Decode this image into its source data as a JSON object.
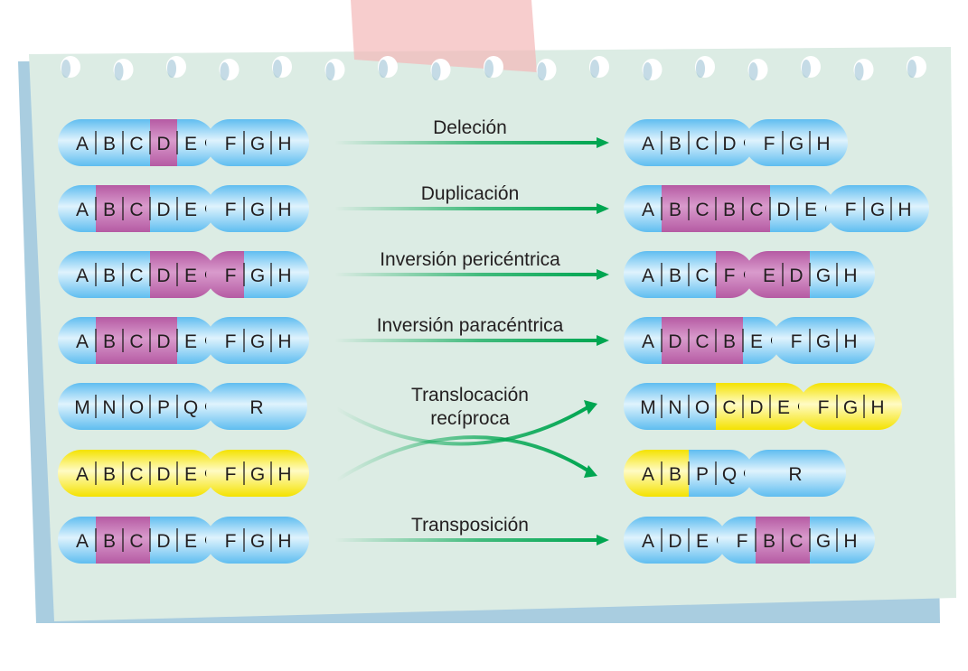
{
  "colors": {
    "chromosome_blue": "#9fd6f5",
    "chromosome_pink": "#c873b8",
    "chromosome_yellow": "#fff27a",
    "arrow_green": "#00a651",
    "paper": "#dcece4",
    "tape": "#f4b8b8"
  },
  "rows": [
    {
      "label": [
        "Deleción"
      ],
      "before": [
        {
          "genes": [
            "A",
            "B",
            "C",
            "D",
            "E"
          ],
          "centromere": true,
          "fills": [
            "blue",
            "blue",
            "blue",
            "pink",
            "blue"
          ]
        },
        {
          "genes": [
            "F",
            "G",
            "H"
          ],
          "fills": [
            "blue",
            "blue",
            "blue"
          ]
        }
      ],
      "after": [
        {
          "genes": [
            "A",
            "B",
            "C",
            "D"
          ],
          "centromere": true,
          "fills": [
            "blue",
            "blue",
            "blue",
            "blue"
          ]
        },
        {
          "genes": [
            "F",
            "G",
            "H"
          ],
          "fills": [
            "blue",
            "blue",
            "blue"
          ]
        }
      ]
    },
    {
      "label": [
        "Duplicación"
      ],
      "before": [
        {
          "genes": [
            "A",
            "B",
            "C",
            "D",
            "E"
          ],
          "centromere": true,
          "fills": [
            "blue",
            "pink",
            "pink",
            "blue",
            "blue"
          ]
        },
        {
          "genes": [
            "F",
            "G",
            "H"
          ],
          "fills": [
            "blue",
            "blue",
            "blue"
          ]
        }
      ],
      "after": [
        {
          "genes": [
            "A",
            "B",
            "C",
            "B",
            "C",
            "D",
            "E"
          ],
          "centromere": true,
          "fills": [
            "blue",
            "pink",
            "pink",
            "pink",
            "pink",
            "blue",
            "blue"
          ]
        },
        {
          "genes": [
            "F",
            "G",
            "H"
          ],
          "fills": [
            "blue",
            "blue",
            "blue"
          ]
        }
      ]
    },
    {
      "label": [
        "Inversión pericéntrica"
      ],
      "before": [
        {
          "genes": [
            "A",
            "B",
            "C",
            "D",
            "E"
          ],
          "centromere": true,
          "fills": [
            "blue",
            "blue",
            "blue",
            "pink",
            "pink"
          ]
        },
        {
          "genes": [
            "F",
            "G",
            "H"
          ],
          "fills": [
            "pink",
            "blue",
            "blue"
          ]
        }
      ],
      "after": [
        {
          "genes": [
            "A",
            "B",
            "C",
            "F"
          ],
          "centromere": true,
          "fills": [
            "blue",
            "blue",
            "blue",
            "pink"
          ]
        },
        {
          "genes": [
            "E",
            "D",
            "G",
            "H"
          ],
          "fills": [
            "pink",
            "pink",
            "blue",
            "blue"
          ]
        }
      ]
    },
    {
      "label": [
        "Inversión paracéntrica"
      ],
      "before": [
        {
          "genes": [
            "A",
            "B",
            "C",
            "D",
            "E"
          ],
          "centromere": true,
          "fills": [
            "blue",
            "pink",
            "pink",
            "pink",
            "blue"
          ]
        },
        {
          "genes": [
            "F",
            "G",
            "H"
          ],
          "fills": [
            "blue",
            "blue",
            "blue"
          ]
        }
      ],
      "after": [
        {
          "genes": [
            "A",
            "D",
            "C",
            "B",
            "E"
          ],
          "centromere": true,
          "fills": [
            "blue",
            "pink",
            "pink",
            "pink",
            "blue"
          ]
        },
        {
          "genes": [
            "F",
            "G",
            "H"
          ],
          "fills": [
            "blue",
            "blue",
            "blue"
          ]
        }
      ]
    },
    {
      "label": [
        "Translocación",
        "recíproca"
      ],
      "before": [
        {
          "genes": [
            "M",
            "N",
            "O",
            "P",
            "Q"
          ],
          "centromere": true,
          "fills": [
            "blue",
            "blue",
            "blue",
            "blue",
            "blue"
          ]
        },
        {
          "genes": [
            "R"
          ],
          "fills": [
            "blue"
          ]
        }
      ],
      "after": [
        {
          "genes": [
            "M",
            "N",
            "O",
            "C",
            "D",
            "E"
          ],
          "centromere": true,
          "fills": [
            "blue",
            "blue",
            "blue",
            "yellow",
            "yellow",
            "yellow"
          ]
        },
        {
          "genes": [
            "F",
            "G",
            "H"
          ],
          "fills": [
            "yellow",
            "yellow",
            "yellow"
          ]
        }
      ]
    },
    {
      "label": [],
      "before": [
        {
          "genes": [
            "A",
            "B",
            "C",
            "D",
            "E"
          ],
          "centromere": true,
          "fills": [
            "yellow",
            "yellow",
            "yellow",
            "yellow",
            "yellow"
          ]
        },
        {
          "genes": [
            "F",
            "G",
            "H"
          ],
          "fills": [
            "yellow",
            "yellow",
            "yellow"
          ]
        }
      ],
      "after": [
        {
          "genes": [
            "A",
            "B",
            "P",
            "Q"
          ],
          "centromere": true,
          "fills": [
            "yellow",
            "yellow",
            "blue",
            "blue"
          ]
        },
        {
          "genes": [
            "R"
          ],
          "fills": [
            "blue"
          ]
        }
      ]
    },
    {
      "label": [
        "Transposición"
      ],
      "before": [
        {
          "genes": [
            "A",
            "B",
            "C",
            "D",
            "E"
          ],
          "centromere": true,
          "fills": [
            "blue",
            "pink",
            "pink",
            "blue",
            "blue"
          ]
        },
        {
          "genes": [
            "F",
            "G",
            "H"
          ],
          "fills": [
            "blue",
            "blue",
            "blue"
          ]
        }
      ],
      "after": [
        {
          "genes": [
            "A",
            "D",
            "E"
          ],
          "centromere": true,
          "fills": [
            "blue",
            "blue",
            "blue"
          ]
        },
        {
          "genes": [
            "F",
            "B",
            "C",
            "G",
            "H"
          ],
          "fills": [
            "blue",
            "pink",
            "pink",
            "blue",
            "blue"
          ]
        }
      ]
    }
  ]
}
